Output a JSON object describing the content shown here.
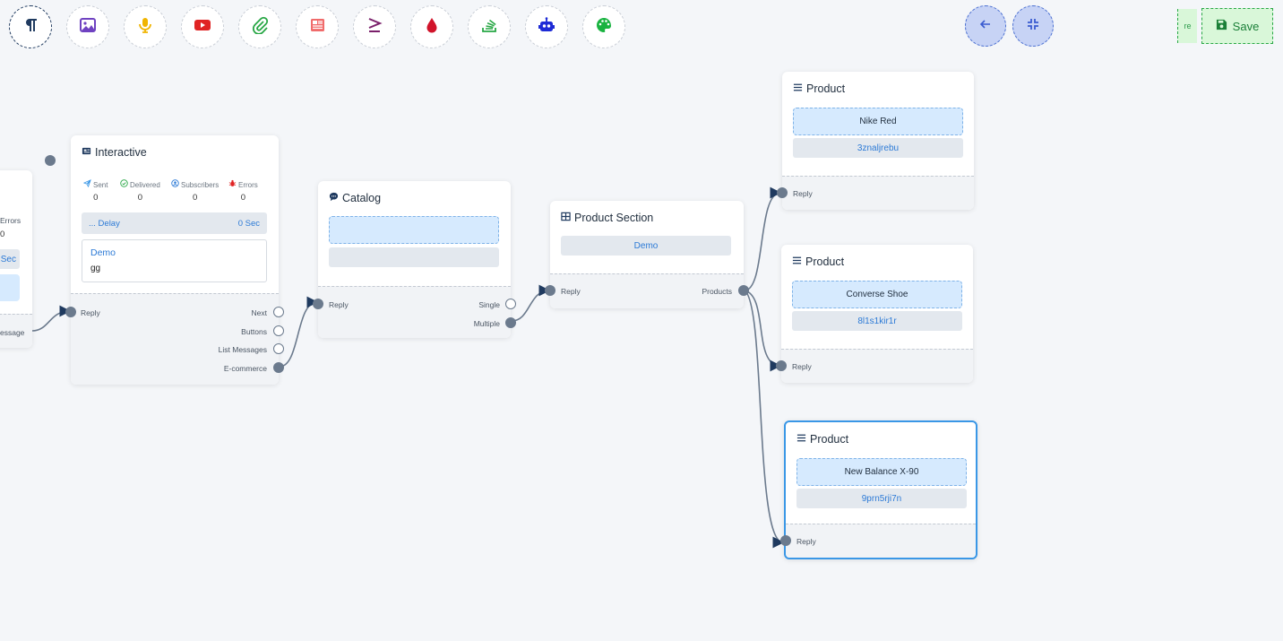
{
  "toolbar": {
    "tools": [
      {
        "icon": "paragraph-icon",
        "color": "#1f3a5f"
      },
      {
        "icon": "image-icon",
        "color": "#6f42c1"
      },
      {
        "icon": "microphone-icon",
        "color": "#f0b400"
      },
      {
        "icon": "youtube-icon",
        "color": "#e02424"
      },
      {
        "icon": "paperclip-icon",
        "color": "#28a745"
      },
      {
        "icon": "newspaper-icon",
        "color": "#f06b6b"
      },
      {
        "icon": "greater-equal-icon",
        "color": "#7a1f6a"
      },
      {
        "icon": "droplet-icon",
        "color": "#d1132a"
      },
      {
        "icon": "stack-icon",
        "color": "#28a745"
      },
      {
        "icon": "robot-icon",
        "color": "#1d2bd6"
      },
      {
        "icon": "palette-icon",
        "color": "#19b340"
      }
    ],
    "back_icon": "arrow-left-icon",
    "collapse_icon": "compress-icon",
    "save_label": "Save",
    "save_icon": "floppy-icon",
    "ghost_text": "re"
  },
  "nodes": {
    "partial": {
      "errors_label": "Errors",
      "errors_value": "0",
      "delay_unit": "Sec",
      "port_label": "essage"
    },
    "interactive": {
      "title": "Interactive",
      "stats": [
        {
          "label": "Sent",
          "value": "0",
          "color": "#3a97e6"
        },
        {
          "label": "Delivered",
          "value": "0",
          "color": "#28a745"
        },
        {
          "label": "Subscribers",
          "value": "0",
          "color": "#2c7ad6"
        },
        {
          "label": "Errors",
          "value": "0",
          "color": "#e02424"
        }
      ],
      "delay_label": "... Delay",
      "delay_value": "0 Sec",
      "demo_title": "Demo",
      "demo_body": "gg",
      "input_label": "Reply",
      "outputs": [
        "Next",
        "Buttons",
        "List Messages",
        "E-commerce"
      ]
    },
    "catalog": {
      "title": "Catalog",
      "input_label": "Reply",
      "outputs": [
        "Single",
        "Multiple"
      ]
    },
    "product_section": {
      "title": "Product Section",
      "chip": "Demo",
      "input_label": "Reply",
      "output_label": "Products"
    },
    "products": [
      {
        "title": "Product",
        "name": "Nike Red",
        "code": "3znaljrebu",
        "input_label": "Reply"
      },
      {
        "title": "Product",
        "name": "Converse Shoe",
        "code": "8l1s1kir1r",
        "input_label": "Reply"
      },
      {
        "title": "Product",
        "name": "New Balance X-90",
        "code": "9prn5rji7n",
        "input_label": "Reply"
      }
    ]
  }
}
